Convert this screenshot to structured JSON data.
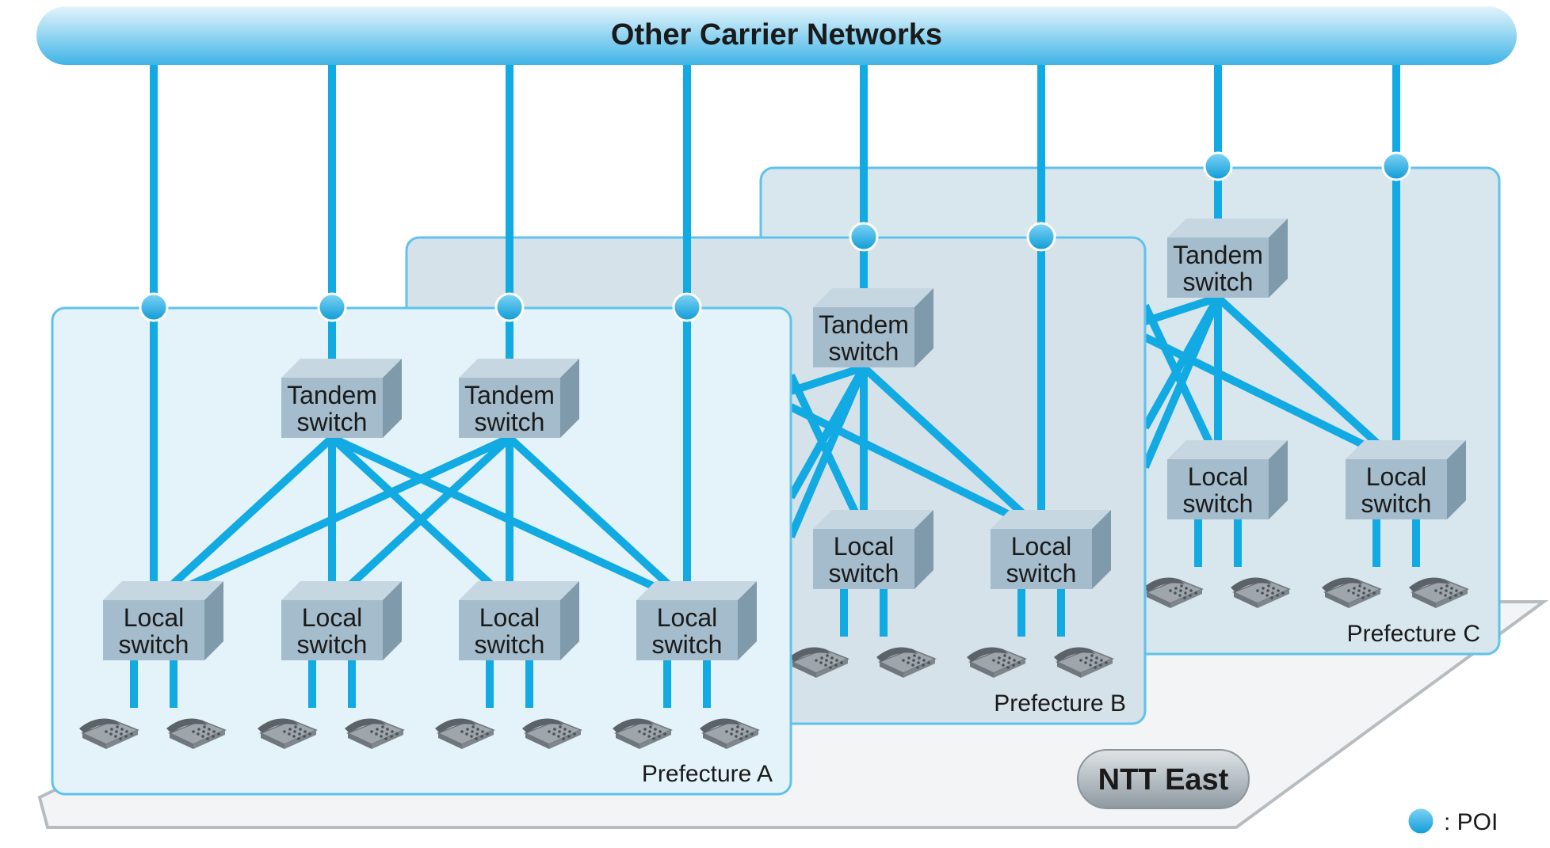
{
  "header": {
    "title": "Other Carrier Networks"
  },
  "company": {
    "label": "NTT East"
  },
  "legend": {
    "label": ": POI"
  },
  "prefectures": {
    "a": {
      "label": "Prefecture A"
    },
    "b": {
      "label": "Prefecture B"
    },
    "c": {
      "label": "Prefecture C"
    }
  },
  "switch_labels": {
    "tandem": [
      "Tandem",
      "switch"
    ],
    "local": [
      "Local",
      "switch"
    ]
  },
  "colors": {
    "line": "#12aae2",
    "poi": "#12aae2",
    "pref_a_fill": "#e4f3fa",
    "pref_b_fill": "#d6e2e9",
    "pref_c_fill": "#d8e6ee",
    "box_front": "#a4bccb",
    "box_top": "#c7d7e1",
    "box_side": "#7f9aab"
  }
}
